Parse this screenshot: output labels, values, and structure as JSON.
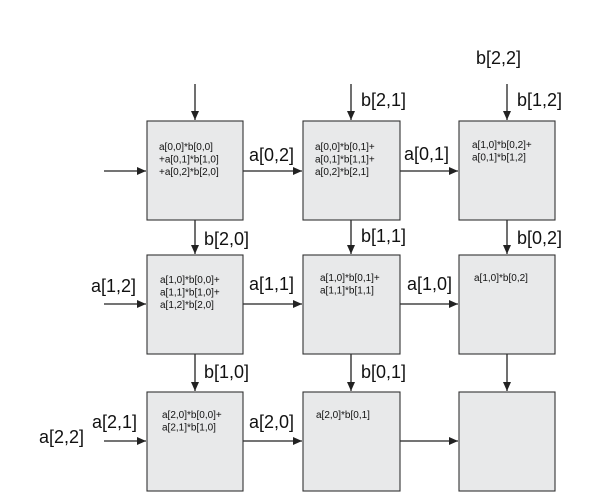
{
  "colors": {
    "cell_fill": "#e8e9ea",
    "cell_border": "#333333",
    "wire": "#222222",
    "text": "#111111"
  },
  "cells": [
    {
      "id": "pe-0-0",
      "lines": [
        "a[0,0]*b[0,0]",
        "+a[0,1]*b[1,0]",
        "+a[0,2]*b[2,0]"
      ]
    },
    {
      "id": "pe-0-1",
      "lines": [
        "a[0,0]*b[0,1]+",
        "a[0,1]*b[1,1]+",
        "a[0,2]*b[2,1]"
      ]
    },
    {
      "id": "pe-0-2",
      "lines": [
        "a[1,0]*b[0,2]+",
        "a[0,1]*b[1,2]"
      ]
    },
    {
      "id": "pe-1-0",
      "lines": [
        "a[1,0]*b[0,0]+",
        "a[1,1]*b[1,0]+",
        "a[1,2]*b[2,0]"
      ]
    },
    {
      "id": "pe-1-1",
      "lines": [
        "a[1,0]*b[0,1]+",
        "a[1,1]*b[1,1]"
      ]
    },
    {
      "id": "pe-1-2",
      "lines": [
        "a[1,0]*b[0,2]"
      ]
    },
    {
      "id": "pe-2-0",
      "lines": [
        "a[2,0]*b[0,0]+",
        "a[2,1]*b[1,0]"
      ]
    },
    {
      "id": "pe-2-1",
      "lines": [
        "a[2,0]*b[0,1]"
      ]
    },
    {
      "id": "pe-2-2",
      "lines": []
    }
  ],
  "top_inputs": {
    "col0": "",
    "col1": "b[2,1]",
    "col2_upper": "b[2,2]",
    "col2_lower": "b[1,2]"
  },
  "vertical_labels": {
    "r0_c0": "b[2,0]",
    "r0_c1": "b[1,1]",
    "r0_c2": "b[0,2]",
    "r1_c0": "b[1,0]",
    "r1_c1": "b[0,1]",
    "r1_c2": ""
  },
  "left_inputs": {
    "row0": "",
    "row1": "a[1,2]",
    "row2_inner": "a[2,1]",
    "row2_outer": "a[2,2]"
  },
  "horizontal_labels": {
    "r0_c0": "a[0,2]",
    "r0_c1": "a[0,1]",
    "r1_c0": "a[1,1]",
    "r1_c1": "a[1,0]",
    "r2_c0": "a[2,0]",
    "r2_c1": ""
  }
}
